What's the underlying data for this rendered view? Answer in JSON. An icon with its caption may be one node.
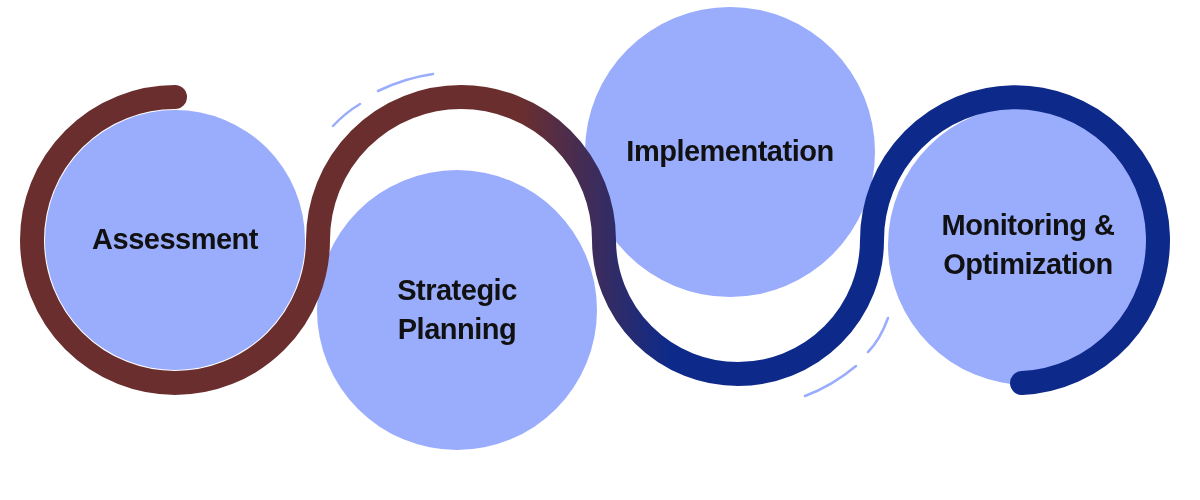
{
  "diagram": {
    "nodes": [
      {
        "text": [
          "Assessment"
        ]
      },
      {
        "text": [
          "Strategic Planning"
        ]
      },
      {
        "text": [
          "Implementation"
        ]
      },
      {
        "text": [
          "Monitoring & Optimization"
        ]
      }
    ]
  }
}
